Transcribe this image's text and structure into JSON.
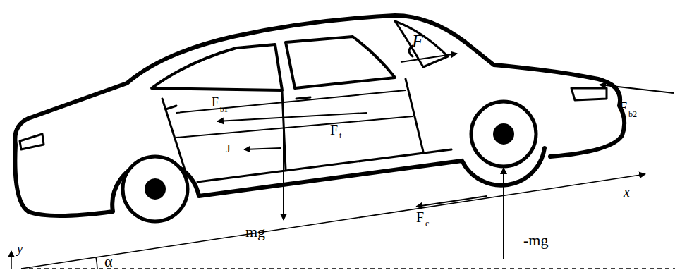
{
  "diagram": {
    "labels": [
      "F",
      "F",
      "b1",
      "F",
      "t",
      "J",
      "mg",
      "F",
      "b2",
      "F",
      "c",
      "-mg",
      "x",
      "y",
      "α"
    ]
  }
}
